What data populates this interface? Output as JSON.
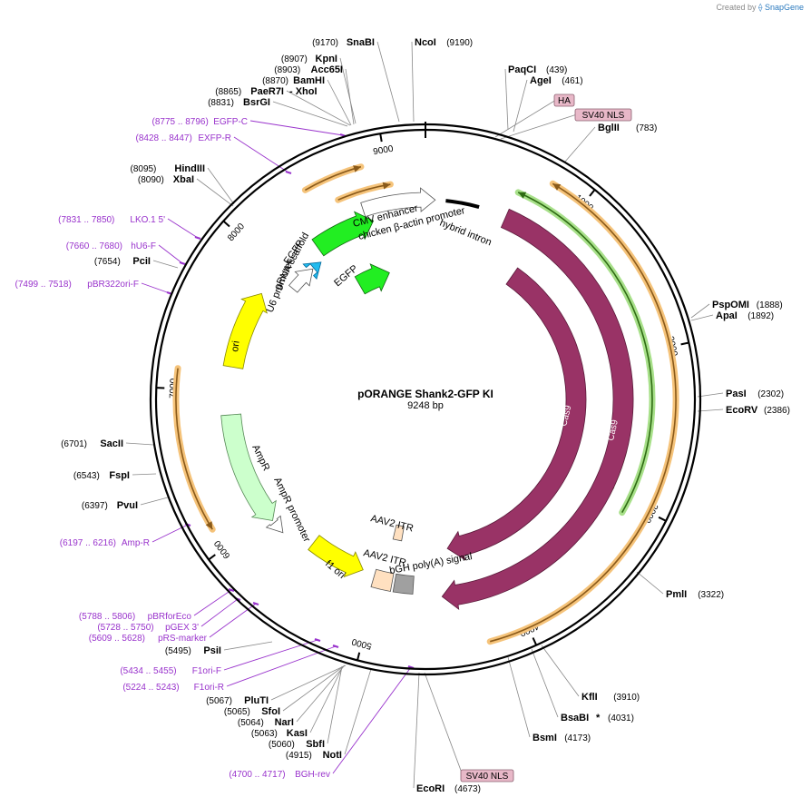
{
  "credit": {
    "prefix": "Created by",
    "brand": "SnapGene"
  },
  "plasmid": {
    "name": "pORANGE Shank2-GFP KI",
    "size": "9248 bp",
    "length": 9248
  },
  "ticks": [
    "1000",
    "2000",
    "3000",
    "4000",
    "5000",
    "6000",
    "7000",
    "8000",
    "9000"
  ],
  "enzymes": [
    {
      "name": "SnaBI",
      "pos": "(9170)",
      "side": "left"
    },
    {
      "name": "NcoI",
      "pos": "(9190)",
      "side": "right"
    },
    {
      "name": "KpnI",
      "pos": "(8907)",
      "side": "left"
    },
    {
      "name": "Acc65I",
      "pos": "(8903)",
      "side": "left"
    },
    {
      "name": "BamHI",
      "pos": "(8870)",
      "side": "left"
    },
    {
      "name": "PaeR7I",
      "pos": "(8865)",
      "side": "left",
      "extra": "- XhoI"
    },
    {
      "name": "BsrGI",
      "pos": "(8831)",
      "side": "left"
    },
    {
      "name": "PaqCI",
      "pos": "(439)",
      "side": "right"
    },
    {
      "name": "AgeI",
      "pos": "(461)",
      "side": "right"
    },
    {
      "name": "BglII",
      "pos": "(783)",
      "side": "right"
    },
    {
      "name": "HindIII",
      "pos": "(8095)",
      "side": "left"
    },
    {
      "name": "XbaI",
      "pos": "(8090)",
      "side": "left"
    },
    {
      "name": "PciI",
      "pos": "(7654)",
      "side": "left"
    },
    {
      "name": "PspOMI",
      "pos": "(1888)",
      "side": "right"
    },
    {
      "name": "ApaI",
      "pos": "(1892)",
      "side": "right"
    },
    {
      "name": "PasI",
      "pos": "(2302)",
      "side": "right"
    },
    {
      "name": "EcoRV",
      "pos": "(2386)",
      "side": "right"
    },
    {
      "name": "SacII",
      "pos": "(6701)",
      "side": "left"
    },
    {
      "name": "FspI",
      "pos": "(6543)",
      "side": "left"
    },
    {
      "name": "PvuI",
      "pos": "(6397)",
      "side": "left"
    },
    {
      "name": "PmlI",
      "pos": "(3322)",
      "side": "right"
    },
    {
      "name": "PsiI",
      "pos": "(5495)",
      "side": "left"
    },
    {
      "name": "KflI",
      "pos": "(3910)",
      "side": "right"
    },
    {
      "name": "BsaBI",
      "pos": "(4031)",
      "side": "right",
      "extra": "*"
    },
    {
      "name": "BsmI",
      "pos": "(4173)",
      "side": "right"
    },
    {
      "name": "PluTI",
      "pos": "(5067)",
      "side": "left"
    },
    {
      "name": "SfoI",
      "pos": "(5065)",
      "side": "left"
    },
    {
      "name": "NarI",
      "pos": "(5064)",
      "side": "left"
    },
    {
      "name": "KasI",
      "pos": "(5063)",
      "side": "left"
    },
    {
      "name": "SbfI",
      "pos": "(5060)",
      "side": "left"
    },
    {
      "name": "NotI",
      "pos": "(4915)",
      "side": "left"
    },
    {
      "name": "EcoRI",
      "pos": "(4673)",
      "side": "right"
    }
  ],
  "primers": [
    {
      "range": "(8775 .. 8796)",
      "name": "EGFP-C"
    },
    {
      "range": "(8428 .. 8447)",
      "name": "EXFP-R"
    },
    {
      "range": "(7831 .. 7850)",
      "name": "LKO.1 5'"
    },
    {
      "range": "(7660 .. 7680)",
      "name": "hU6-F"
    },
    {
      "range": "(7499 .. 7518)",
      "name": "pBR322ori-F"
    },
    {
      "range": "(6197 .. 6216)",
      "name": "Amp-R"
    },
    {
      "range": "(5788 .. 5806)",
      "name": "pBRforEco"
    },
    {
      "range": "(5728 .. 5750)",
      "name": "pGEX 3'"
    },
    {
      "range": "(5609 .. 5628)",
      "name": "pRS-marker"
    },
    {
      "range": "(5434 .. 5455)",
      "name": "F1ori-F"
    },
    {
      "range": "(5224 .. 5243)",
      "name": "F1ori-R"
    },
    {
      "range": "(4700 .. 4717)",
      "name": "BGH-rev"
    }
  ],
  "boxed_labels": [
    "HA",
    "SV40 NLS",
    "SV40 NLS"
  ],
  "features": [
    {
      "name": "CMV enhancer"
    },
    {
      "name": "chicken β-actin promoter"
    },
    {
      "name": "hybrid intron"
    },
    {
      "name": "EGFP"
    },
    {
      "name": "EGFP"
    },
    {
      "name": "gRNA scaffold"
    },
    {
      "name": "U6 promoter"
    },
    {
      "name": "ori"
    },
    {
      "name": "AmpR"
    },
    {
      "name": "AmpR promoter"
    },
    {
      "name": "f1 ori"
    },
    {
      "name": "AAV2 ITR"
    },
    {
      "name": "AAV2 ITR"
    },
    {
      "name": "bGH poly(A) signal"
    },
    {
      "name": "Cas9"
    },
    {
      "name": "Cas9"
    }
  ],
  "colors": {
    "cas9": "#993366",
    "egfp": "#22ee22",
    "ori": "#ffff00",
    "ampr": "#ccffcc",
    "itr": "#ffe0c0",
    "bgh": "#a0a0a0",
    "orange_glow": "#f5c37a",
    "primer": "#9933cc",
    "green_glow": "#a8e08a",
    "boxed": "#e8b8c8"
  }
}
